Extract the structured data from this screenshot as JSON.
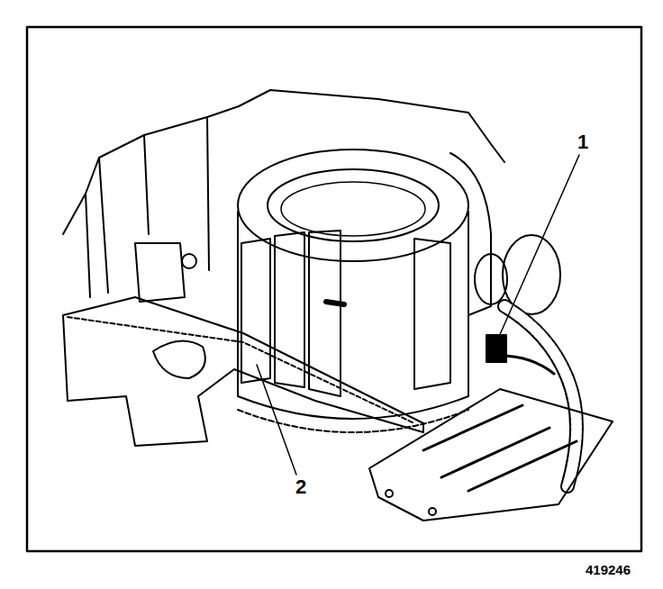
{
  "diagram": {
    "labels": [
      "1",
      "2",
      "419246"
    ]
  }
}
